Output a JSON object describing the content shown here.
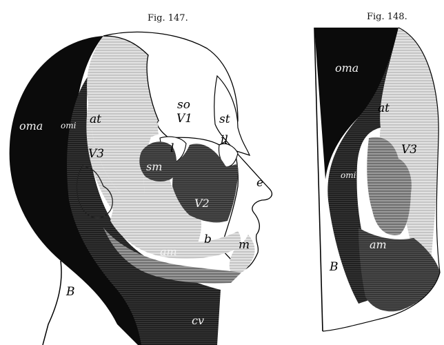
{
  "figures": [
    {
      "caption": "Fig. 147.",
      "labels": {
        "oma": "oma",
        "omi": "omi",
        "at": "at",
        "so": "so",
        "v1": "V1",
        "st": "st",
        "l": "l",
        "il": "il",
        "v3": "V3",
        "sm": "sm",
        "e": "e",
        "v2": "V2",
        "b": "b",
        "m": "m",
        "am": "am",
        "cv": "cv",
        "B": "B"
      }
    },
    {
      "caption": "Fig. 148.",
      "labels": {
        "oma": "oma",
        "at": "at",
        "v3": "V3",
        "omi": "omi",
        "am": "am",
        "B": "B"
      }
    }
  ],
  "colors": {
    "black": "#0b0b0b",
    "dark": "#3a3a3a",
    "mid": "#6c6c6c",
    "light": "#b9b9b9",
    "pale": "#dedede",
    "white": "#ffffff"
  }
}
